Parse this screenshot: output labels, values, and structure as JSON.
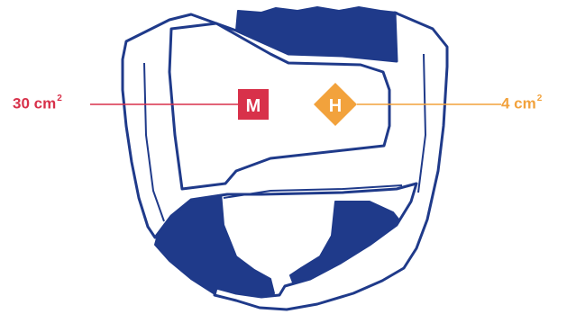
{
  "colors": {
    "outline": "#1f3a8a",
    "helmet_fill": "#ffffff",
    "padding_fill": "#1f3a8a",
    "marker_m": "#d8314a",
    "marker_h": "#f2a23c"
  },
  "markers": {
    "m": {
      "letter": "M",
      "shape": "square"
    },
    "h": {
      "letter": "H",
      "shape": "diamond"
    }
  },
  "labels": {
    "left": {
      "value": "30 cm",
      "exponent": "2"
    },
    "right": {
      "value": "4 cm",
      "exponent": "2"
    }
  }
}
